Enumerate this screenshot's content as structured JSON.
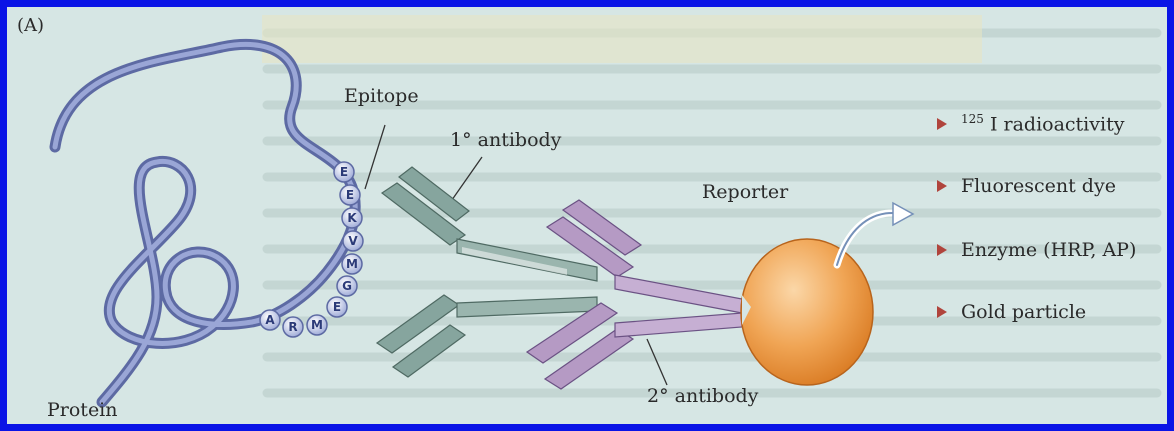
{
  "panel_label": "(A)",
  "labels": {
    "epitope": "Epitope",
    "primary_antibody": "1° antibody",
    "secondary_antibody": "2° antibody",
    "reporter": "Reporter",
    "protein": "Protein"
  },
  "epitope_residues": [
    "E",
    "E",
    "K",
    "V",
    "M",
    "G",
    "E",
    "M",
    "R",
    "A"
  ],
  "legend": [
    {
      "sup": "125",
      "text": " I radioactivity"
    },
    {
      "sup": "",
      "text": "Fluorescent dye"
    },
    {
      "sup": "",
      "text": "Enzyme (HRP, AP)"
    },
    {
      "sup": "",
      "text": "Gold particle"
    }
  ],
  "colors": {
    "frame_border": "#0a14e6",
    "background": "#d6e6e4",
    "protein_strand": "#6f7db3",
    "primary_antibody": "#7d9c95",
    "secondary_antibody": "#a88ab8",
    "reporter": "#e8963a",
    "legend_arrow": "#b0443c"
  }
}
